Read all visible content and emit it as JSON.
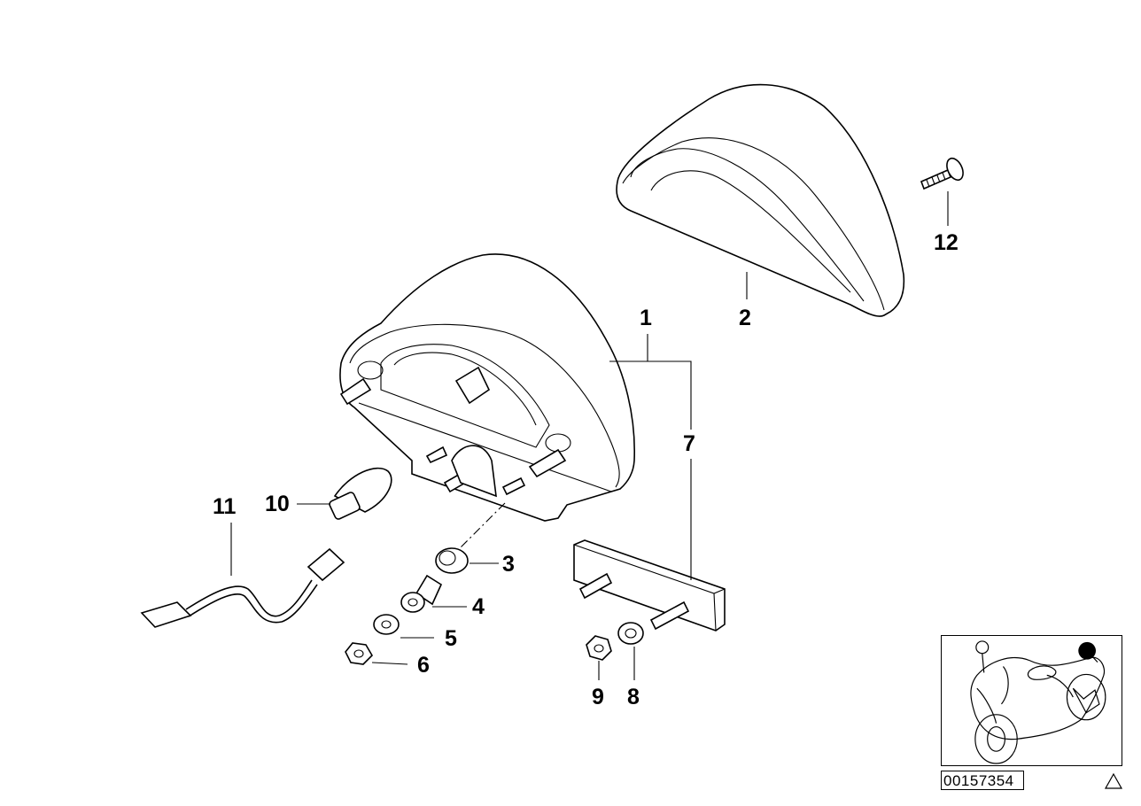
{
  "diagram": {
    "callouts": [
      "1",
      "2",
      "3",
      "4",
      "5",
      "6",
      "7",
      "8",
      "9",
      "10",
      "11",
      "12"
    ],
    "diagram_id": "00157354",
    "icons": {
      "warning": "warning-triangle-icon",
      "thumbnail": "motorcycle-location-thumbnail"
    }
  }
}
